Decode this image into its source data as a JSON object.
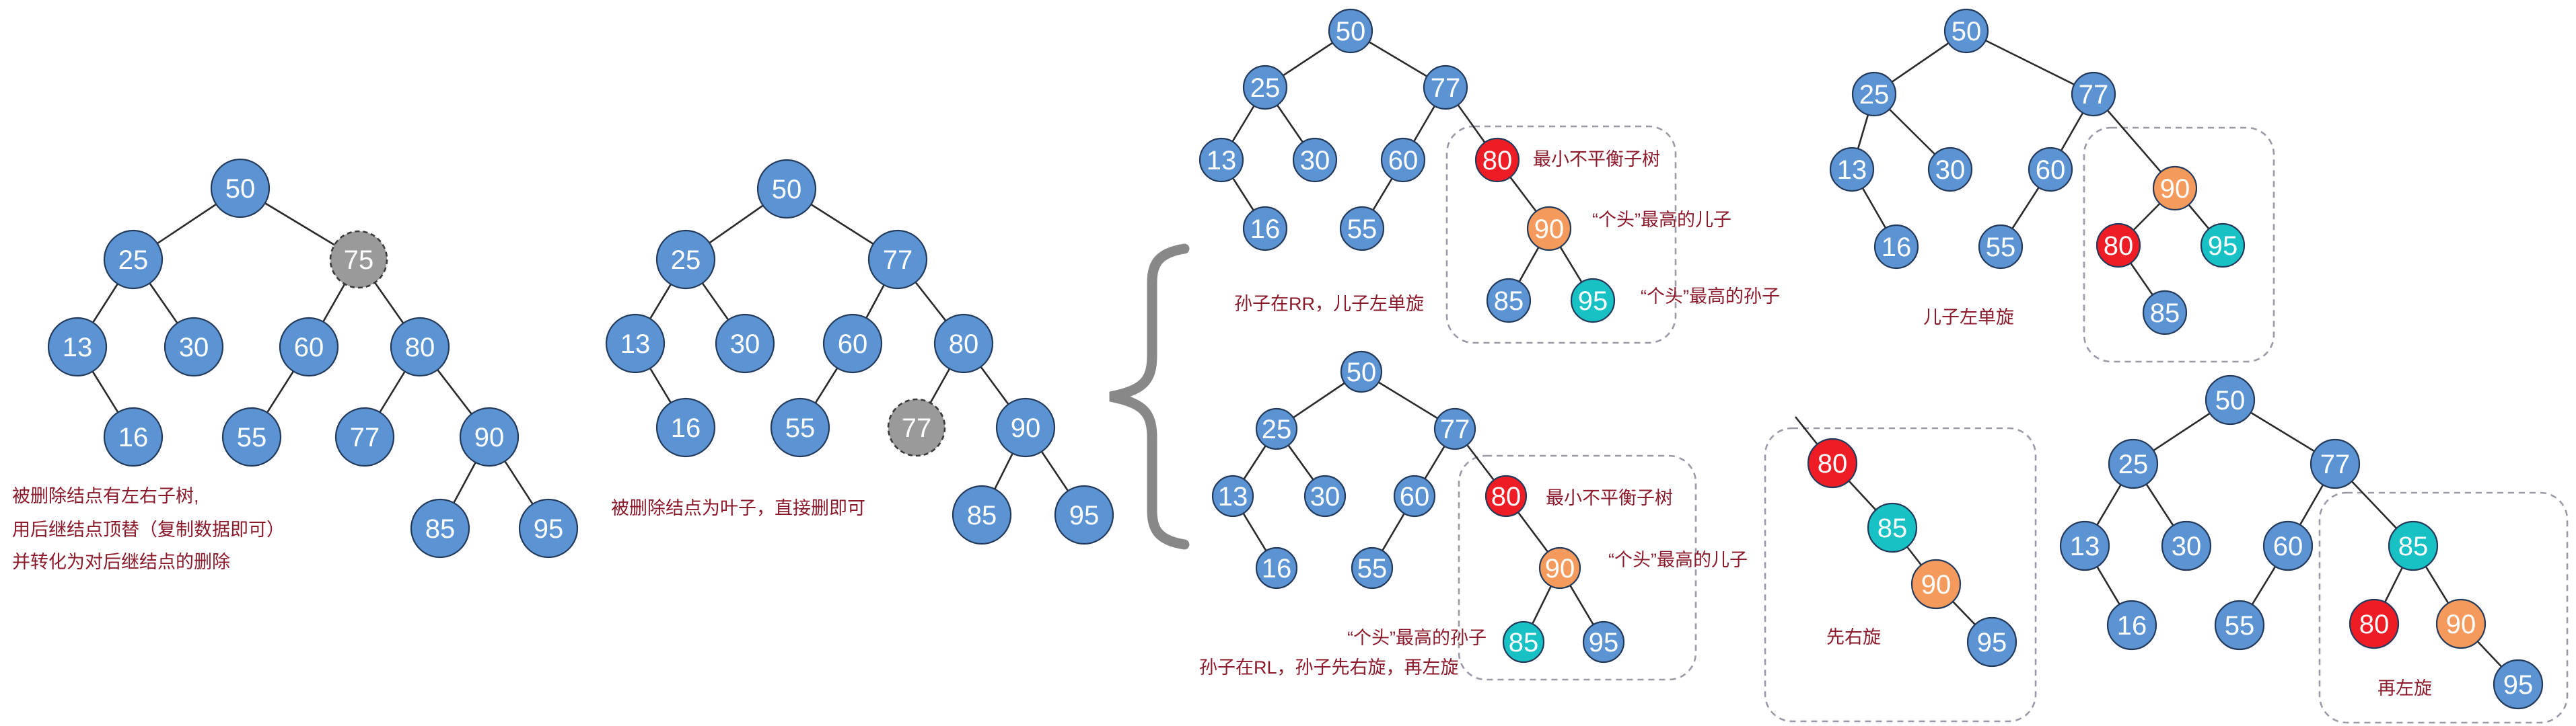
{
  "colors": {
    "node": "#5b93d3",
    "deleted": "#9a9a9a",
    "red": "#ee1c25",
    "orange": "#f39a5c",
    "teal": "#17c1c4",
    "label": "#8b1a2b"
  },
  "trees": [
    {
      "id": "tree-delete-two-children",
      "nodes": [
        {
          "id": "a50",
          "label": "50"
        },
        {
          "id": "a25",
          "label": "25"
        },
        {
          "id": "a75",
          "label": "75",
          "style": "deleted"
        },
        {
          "id": "a13",
          "label": "13"
        },
        {
          "id": "a30",
          "label": "30"
        },
        {
          "id": "a60",
          "label": "60"
        },
        {
          "id": "a80",
          "label": "80"
        },
        {
          "id": "a16",
          "label": "16"
        },
        {
          "id": "a55",
          "label": "55"
        },
        {
          "id": "a77",
          "label": "77"
        },
        {
          "id": "a90",
          "label": "90"
        },
        {
          "id": "a85",
          "label": "85"
        },
        {
          "id": "a95",
          "label": "95"
        }
      ],
      "edges": [
        [
          "a50",
          "a25"
        ],
        [
          "a50",
          "a75"
        ],
        [
          "a25",
          "a13"
        ],
        [
          "a25",
          "a30"
        ],
        [
          "a75",
          "a60"
        ],
        [
          "a75",
          "a80"
        ],
        [
          "a13",
          "a16"
        ],
        [
          "a60",
          "a55"
        ],
        [
          "a80",
          "a77"
        ],
        [
          "a80",
          "a90"
        ],
        [
          "a90",
          "a85"
        ],
        [
          "a90",
          "a95"
        ]
      ]
    },
    {
      "id": "tree-delete-leaf",
      "nodes": [
        {
          "id": "b50",
          "label": "50"
        },
        {
          "id": "b25",
          "label": "25"
        },
        {
          "id": "b77",
          "label": "77"
        },
        {
          "id": "b13",
          "label": "13"
        },
        {
          "id": "b30",
          "label": "30"
        },
        {
          "id": "b60",
          "label": "60"
        },
        {
          "id": "b80",
          "label": "80"
        },
        {
          "id": "b16",
          "label": "16"
        },
        {
          "id": "b55",
          "label": "55"
        },
        {
          "id": "b77x",
          "label": "77",
          "style": "deleted"
        },
        {
          "id": "b90",
          "label": "90"
        },
        {
          "id": "b85",
          "label": "85"
        },
        {
          "id": "b95",
          "label": "95"
        }
      ],
      "edges": [
        [
          "b50",
          "b25"
        ],
        [
          "b50",
          "b77"
        ],
        [
          "b25",
          "b13"
        ],
        [
          "b25",
          "b30"
        ],
        [
          "b77",
          "b60"
        ],
        [
          "b77",
          "b80"
        ],
        [
          "b13",
          "b16"
        ],
        [
          "b60",
          "b55"
        ],
        [
          "b80",
          "b77x"
        ],
        [
          "b80",
          "b90"
        ],
        [
          "b90",
          "b85"
        ],
        [
          "b90",
          "b95"
        ]
      ]
    },
    {
      "id": "tree-rr-case",
      "nodes": [
        {
          "id": "c50",
          "label": "50"
        },
        {
          "id": "c25",
          "label": "25"
        },
        {
          "id": "c77",
          "label": "77"
        },
        {
          "id": "c13",
          "label": "13"
        },
        {
          "id": "c30",
          "label": "30"
        },
        {
          "id": "c60",
          "label": "60"
        },
        {
          "id": "c80",
          "label": "80",
          "style": "red"
        },
        {
          "id": "c16",
          "label": "16"
        },
        {
          "id": "c55",
          "label": "55"
        },
        {
          "id": "c90",
          "label": "90",
          "style": "orange"
        },
        {
          "id": "c85",
          "label": "85"
        },
        {
          "id": "c95",
          "label": "95",
          "style": "teal"
        }
      ],
      "edges": [
        [
          "c50",
          "c25"
        ],
        [
          "c50",
          "c77"
        ],
        [
          "c25",
          "c13"
        ],
        [
          "c25",
          "c30"
        ],
        [
          "c77",
          "c60"
        ],
        [
          "c77",
          "c80"
        ],
        [
          "c13",
          "c16"
        ],
        [
          "c60",
          "c55"
        ],
        [
          "c80",
          "c90"
        ],
        [
          "c90",
          "c85"
        ],
        [
          "c90",
          "c95"
        ]
      ]
    },
    {
      "id": "tree-rr-result",
      "nodes": [
        {
          "id": "d50",
          "label": "50"
        },
        {
          "id": "d25",
          "label": "25"
        },
        {
          "id": "d77",
          "label": "77"
        },
        {
          "id": "d13",
          "label": "13"
        },
        {
          "id": "d30",
          "label": "30"
        },
        {
          "id": "d60",
          "label": "60"
        },
        {
          "id": "d90",
          "label": "90",
          "style": "orange"
        },
        {
          "id": "d16",
          "label": "16"
        },
        {
          "id": "d55",
          "label": "55"
        },
        {
          "id": "d80",
          "label": "80",
          "style": "red"
        },
        {
          "id": "d95",
          "label": "95",
          "style": "teal"
        },
        {
          "id": "d85",
          "label": "85"
        }
      ],
      "edges": [
        [
          "d50",
          "d25"
        ],
        [
          "d50",
          "d77"
        ],
        [
          "d25",
          "d13"
        ],
        [
          "d25",
          "d30"
        ],
        [
          "d77",
          "d60"
        ],
        [
          "d77",
          "d90"
        ],
        [
          "d13",
          "d16"
        ],
        [
          "d60",
          "d55"
        ],
        [
          "d90",
          "d80"
        ],
        [
          "d90",
          "d95"
        ],
        [
          "d80",
          "d85"
        ]
      ]
    },
    {
      "id": "tree-rl-case",
      "nodes": [
        {
          "id": "e50",
          "label": "50"
        },
        {
          "id": "e25",
          "label": "25"
        },
        {
          "id": "e77",
          "label": "77"
        },
        {
          "id": "e13",
          "label": "13"
        },
        {
          "id": "e30",
          "label": "30"
        },
        {
          "id": "e60",
          "label": "60"
        },
        {
          "id": "e80",
          "label": "80",
          "style": "red"
        },
        {
          "id": "e16",
          "label": "16"
        },
        {
          "id": "e55",
          "label": "55"
        },
        {
          "id": "e90",
          "label": "90",
          "style": "orange"
        },
        {
          "id": "e85",
          "label": "85",
          "style": "teal"
        },
        {
          "id": "e95",
          "label": "95"
        }
      ],
      "edges": [
        [
          "e50",
          "e25"
        ],
        [
          "e50",
          "e77"
        ],
        [
          "e25",
          "e13"
        ],
        [
          "e25",
          "e30"
        ],
        [
          "e77",
          "e60"
        ],
        [
          "e77",
          "e80"
        ],
        [
          "e13",
          "e16"
        ],
        [
          "e60",
          "e55"
        ],
        [
          "e80",
          "e90"
        ],
        [
          "e90",
          "e85"
        ],
        [
          "e90",
          "e95"
        ]
      ]
    },
    {
      "id": "tree-rl-right-rotate",
      "nodes": [
        {
          "id": "f80",
          "label": "80",
          "style": "red"
        },
        {
          "id": "f85",
          "label": "85",
          "style": "teal"
        },
        {
          "id": "f90",
          "label": "90",
          "style": "orange"
        },
        {
          "id": "f95",
          "label": "95"
        }
      ],
      "edges": [
        [
          "f80",
          "f85"
        ],
        [
          "f85",
          "f90"
        ],
        [
          "f90",
          "f95"
        ]
      ]
    },
    {
      "id": "tree-rl-result",
      "nodes": [
        {
          "id": "g50",
          "label": "50"
        },
        {
          "id": "g25",
          "label": "25"
        },
        {
          "id": "g77",
          "label": "77"
        },
        {
          "id": "g13",
          "label": "13"
        },
        {
          "id": "g30",
          "label": "30"
        },
        {
          "id": "g60",
          "label": "60"
        },
        {
          "id": "g85",
          "label": "85",
          "style": "teal"
        },
        {
          "id": "g16",
          "label": "16"
        },
        {
          "id": "g55",
          "label": "55"
        },
        {
          "id": "g80",
          "label": "80",
          "style": "red"
        },
        {
          "id": "g90",
          "label": "90",
          "style": "orange"
        },
        {
          "id": "g95",
          "label": "95"
        }
      ],
      "edges": [
        [
          "g50",
          "g25"
        ],
        [
          "g50",
          "g77"
        ],
        [
          "g25",
          "g13"
        ],
        [
          "g25",
          "g30"
        ],
        [
          "g77",
          "g60"
        ],
        [
          "g77",
          "g85"
        ],
        [
          "g13",
          "g16"
        ],
        [
          "g60",
          "g55"
        ],
        [
          "g85",
          "g80"
        ],
        [
          "g85",
          "g90"
        ],
        [
          "g90",
          "g95"
        ]
      ]
    }
  ],
  "labels": {
    "delete_two_children_line1": "被删除结点有左右子树,",
    "delete_two_children_line2": "用后继结点顶替（复制数据即可）",
    "delete_two_children_line3": "并转化为对后继结点的删除",
    "delete_leaf": "被删除结点为叶子，直接删即可",
    "rr_unbalanced": "最小不平衡子树",
    "rr_tallest_child": "“个头”最高的儿子",
    "rr_tallest_grandchild": "“个头”最高的孙子",
    "rr_case": "孙子在RR，儿子左单旋",
    "rr_result": "儿子左单旋",
    "rl_unbalanced": "最小不平衡子树",
    "rl_tallest_child": "“个头”最高的儿子",
    "rl_tallest_grandchild": "“个头”最高的孙子",
    "rl_case": "孙子在RL，孙子先右旋，再左旋",
    "rl_right_rotate": "先右旋",
    "rl_left_rotate": "再左旋"
  }
}
